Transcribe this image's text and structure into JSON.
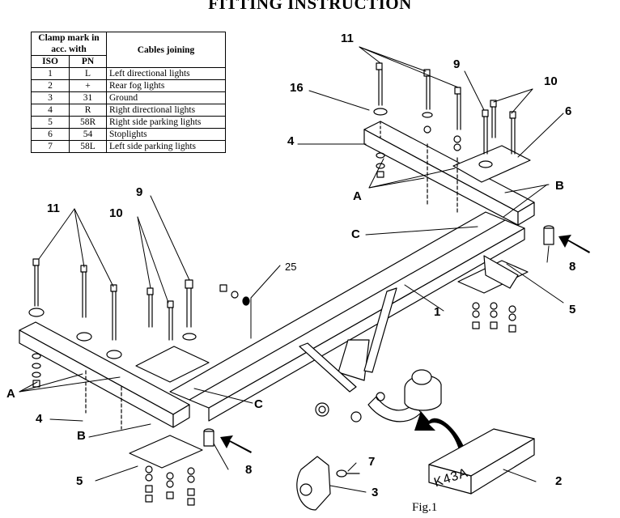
{
  "title": "FITTING INSTRUCTION",
  "table": {
    "header_clamp": "Clamp mark in acc. with",
    "header_iso": "ISO",
    "header_pn": "PN",
    "header_cables": "Cables joining",
    "rows": [
      {
        "iso": "1",
        "pn": "L",
        "cable": "Left directional lights"
      },
      {
        "iso": "2",
        "pn": "+",
        "cable": "Rear fog lights"
      },
      {
        "iso": "3",
        "pn": "31",
        "cable": "Ground"
      },
      {
        "iso": "4",
        "pn": "R",
        "cable": "Right directional lights"
      },
      {
        "iso": "5",
        "pn": "58R",
        "cable": "Right side parking lights"
      },
      {
        "iso": "6",
        "pn": "54",
        "cable": "Stoplights"
      },
      {
        "iso": "7",
        "pn": "58L",
        "cable": "Left side parking lights"
      }
    ]
  },
  "labels": {
    "l11a": "11",
    "l9a": "9",
    "l10a": "10",
    "l16": "16",
    "l6": "6",
    "l4a": "4",
    "lAa": "A",
    "lBa": "B",
    "lCa": "C",
    "l8a": "8",
    "l5a": "5",
    "l1": "1",
    "l11b": "11",
    "l9b": "9",
    "l10b": "10",
    "l25": "25",
    "lAb": "A",
    "l4b": "4",
    "lBb": "B",
    "lCb": "C",
    "l8b": "8",
    "l5b": "5",
    "l7": "7",
    "l3": "3",
    "l2": "2"
  },
  "plate_text": "K43A",
  "figure_caption": "Fig.1"
}
